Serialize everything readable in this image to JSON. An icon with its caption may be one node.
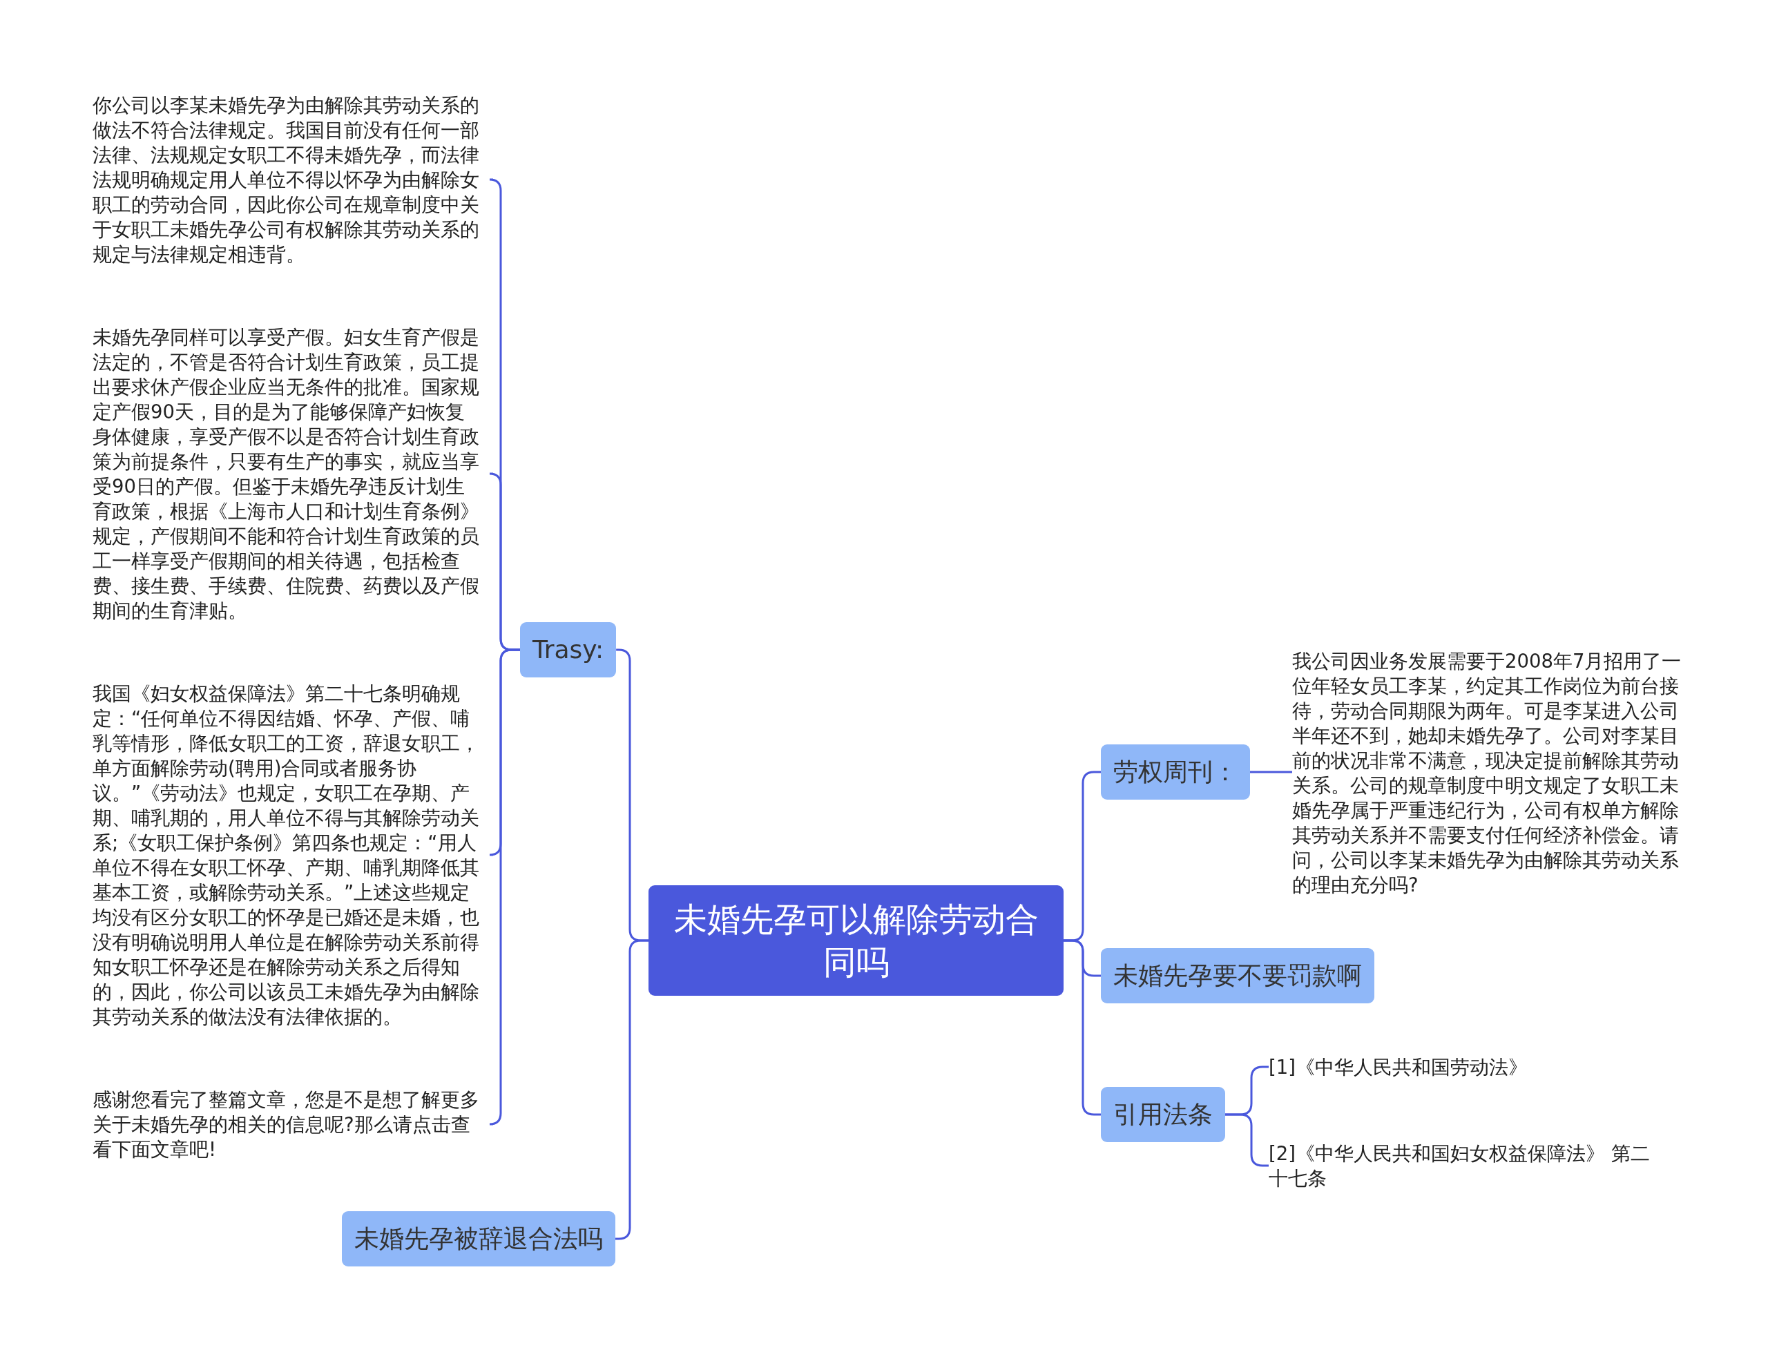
{
  "diagram": {
    "nodes": [
      {
        "text": [
          "未婚先孕可以解除劳动合同吗"
        ]
      },
      {
        "text": [
          "Trasy:"
        ]
      },
      {
        "text": [
          "你公司以李某未婚先孕为由解除其劳动关系的做法不符合法律规定。我国目前没有任何一部法律、法规规定女职工不得未婚先孕，而法律法规明确规定用人单位不得以怀孕为由解除女职工的劳动合同，因此你公司在规章制度中关于女职工未婚先孕公司有权解除其劳动关系的规定与法律规定相违背。"
        ]
      },
      {
        "text": [
          "未婚先孕同样可以享受产假。妇女生育产假是法定的，不管是否符合计划生育政策，员工提出要求休产假企业应当无条件的批准。国家规定产假90天，目的是为了能够保障产妇恢复身体健康，享受产假不以是否符合计划生育政策为前提条件，只要有生产的事实，就应当享受90日的产假。但鉴于未婚先孕违反计划生育政策，根据《上海市人口和计划生育条例》规定，产假期间不能和符合计划生育政策的员工一样享受产假期间的相关待遇，包括检查费、接生费、手续费、住院费、药费以及产假期间的生育津贴。"
        ]
      },
      {
        "text": [
          "我国《妇女权益保障法》第二十七条明确规定：“任何单位不得因结婚、怀孕、产假、哺乳等情形，降低女职工的工资，辞退女职工，单方面解除劳动(聘用)合同或者服务协议。”《劳动法》也规定，女职工在孕期、产期、哺乳期的，用人单位不得与其解除劳动关系;《女职工保护条例》第四条也规定：“用人单位不得在女职工怀孕、产期、哺乳期降低其基本工资，或解除劳动关系。”上述这些规定均没有区分女职工的怀孕是已婚还是未婚，也没有明确说明用人单位是在解除劳动关系前得知女职工怀孕还是在解除劳动关系之后得知的，因此，你公司以该员工未婚先孕为由解除其劳动关系的做法没有法律依据的。"
        ]
      },
      {
        "text": [
          "感谢您看完了整篇文章，您是不是想了解更多关于未婚先孕的相关的信息呢?那么请点击查看下面文章吧!"
        ]
      },
      {
        "text": [
          "未婚先孕被辞退合法吗"
        ]
      },
      {
        "text": [
          "劳权周刊："
        ]
      },
      {
        "text": [
          "我公司因业务发展需要于2008年7月招用了一位年轻女员工李某，约定其工作岗位为前台接待，劳动合同期限为两年。可是李某进入公司半年还不到，她却未婚先孕了。公司对李某目前的状况非常不满意，现决定提前解除其劳动关系。公司的规章制度中明文规定了女职工未婚先孕属于严重违纪行为，公司有权单方解除其劳动关系并不需要支付任何经济补偿金。请问，公司以李某未婚先孕为由解除其劳动关系的理由充分吗?"
        ]
      },
      {
        "text": [
          "未婚先孕要不要罚款啊"
        ]
      },
      {
        "text": [
          "引用法条"
        ]
      },
      {
        "text": [
          "[1]《中华人民共和国劳动法》"
        ]
      },
      {
        "text": [
          "[2]《中华人民共和国妇女权益保障法》 第二十七条"
        ]
      }
    ],
    "edges": [
      {
        "from": 0,
        "to": 1,
        "arrow": "none"
      },
      {
        "from": 1,
        "to": 2,
        "arrow": "none"
      },
      {
        "from": 1,
        "to": 3,
        "arrow": "none"
      },
      {
        "from": 1,
        "to": 4,
        "arrow": "none"
      },
      {
        "from": 1,
        "to": 5,
        "arrow": "none"
      },
      {
        "from": 0,
        "to": 6,
        "arrow": "none"
      },
      {
        "from": 0,
        "to": 7,
        "arrow": "none"
      },
      {
        "from": 7,
        "to": 8,
        "arrow": "none"
      },
      {
        "from": 0,
        "to": 9,
        "arrow": "none"
      },
      {
        "from": 0,
        "to": 10,
        "arrow": "none"
      },
      {
        "from": 10,
        "to": 11,
        "arrow": "none"
      },
      {
        "from": 10,
        "to": 12,
        "arrow": "none"
      }
    ]
  }
}
